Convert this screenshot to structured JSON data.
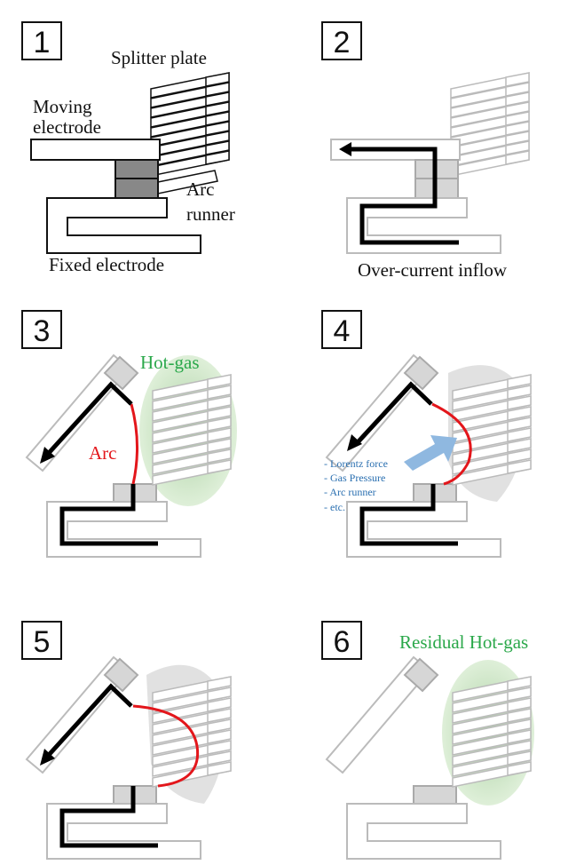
{
  "panels": [
    {
      "number": "1",
      "labels": {
        "splitter": "Splitter plate",
        "moving1": "Moving",
        "moving2": "electrode",
        "arc1": "Arc",
        "arc2": "runner",
        "fixed": "Fixed electrode"
      }
    },
    {
      "number": "2",
      "caption": "Over-current inflow"
    },
    {
      "number": "3",
      "hotgas": "Hot-gas",
      "arc": "Arc"
    },
    {
      "number": "4",
      "forces": [
        "- Lorentz force",
        "- Gas Pressure",
        "- Arc runner",
        "- etc."
      ]
    },
    {
      "number": "5"
    },
    {
      "number": "6",
      "residual": "Residual Hot-gas"
    }
  ],
  "colors": {
    "arc": "#e3161b",
    "hotgas": "#2aa84a",
    "force_arrow": "#8fb8e0",
    "gas_cloud": "#d9d9d9"
  }
}
